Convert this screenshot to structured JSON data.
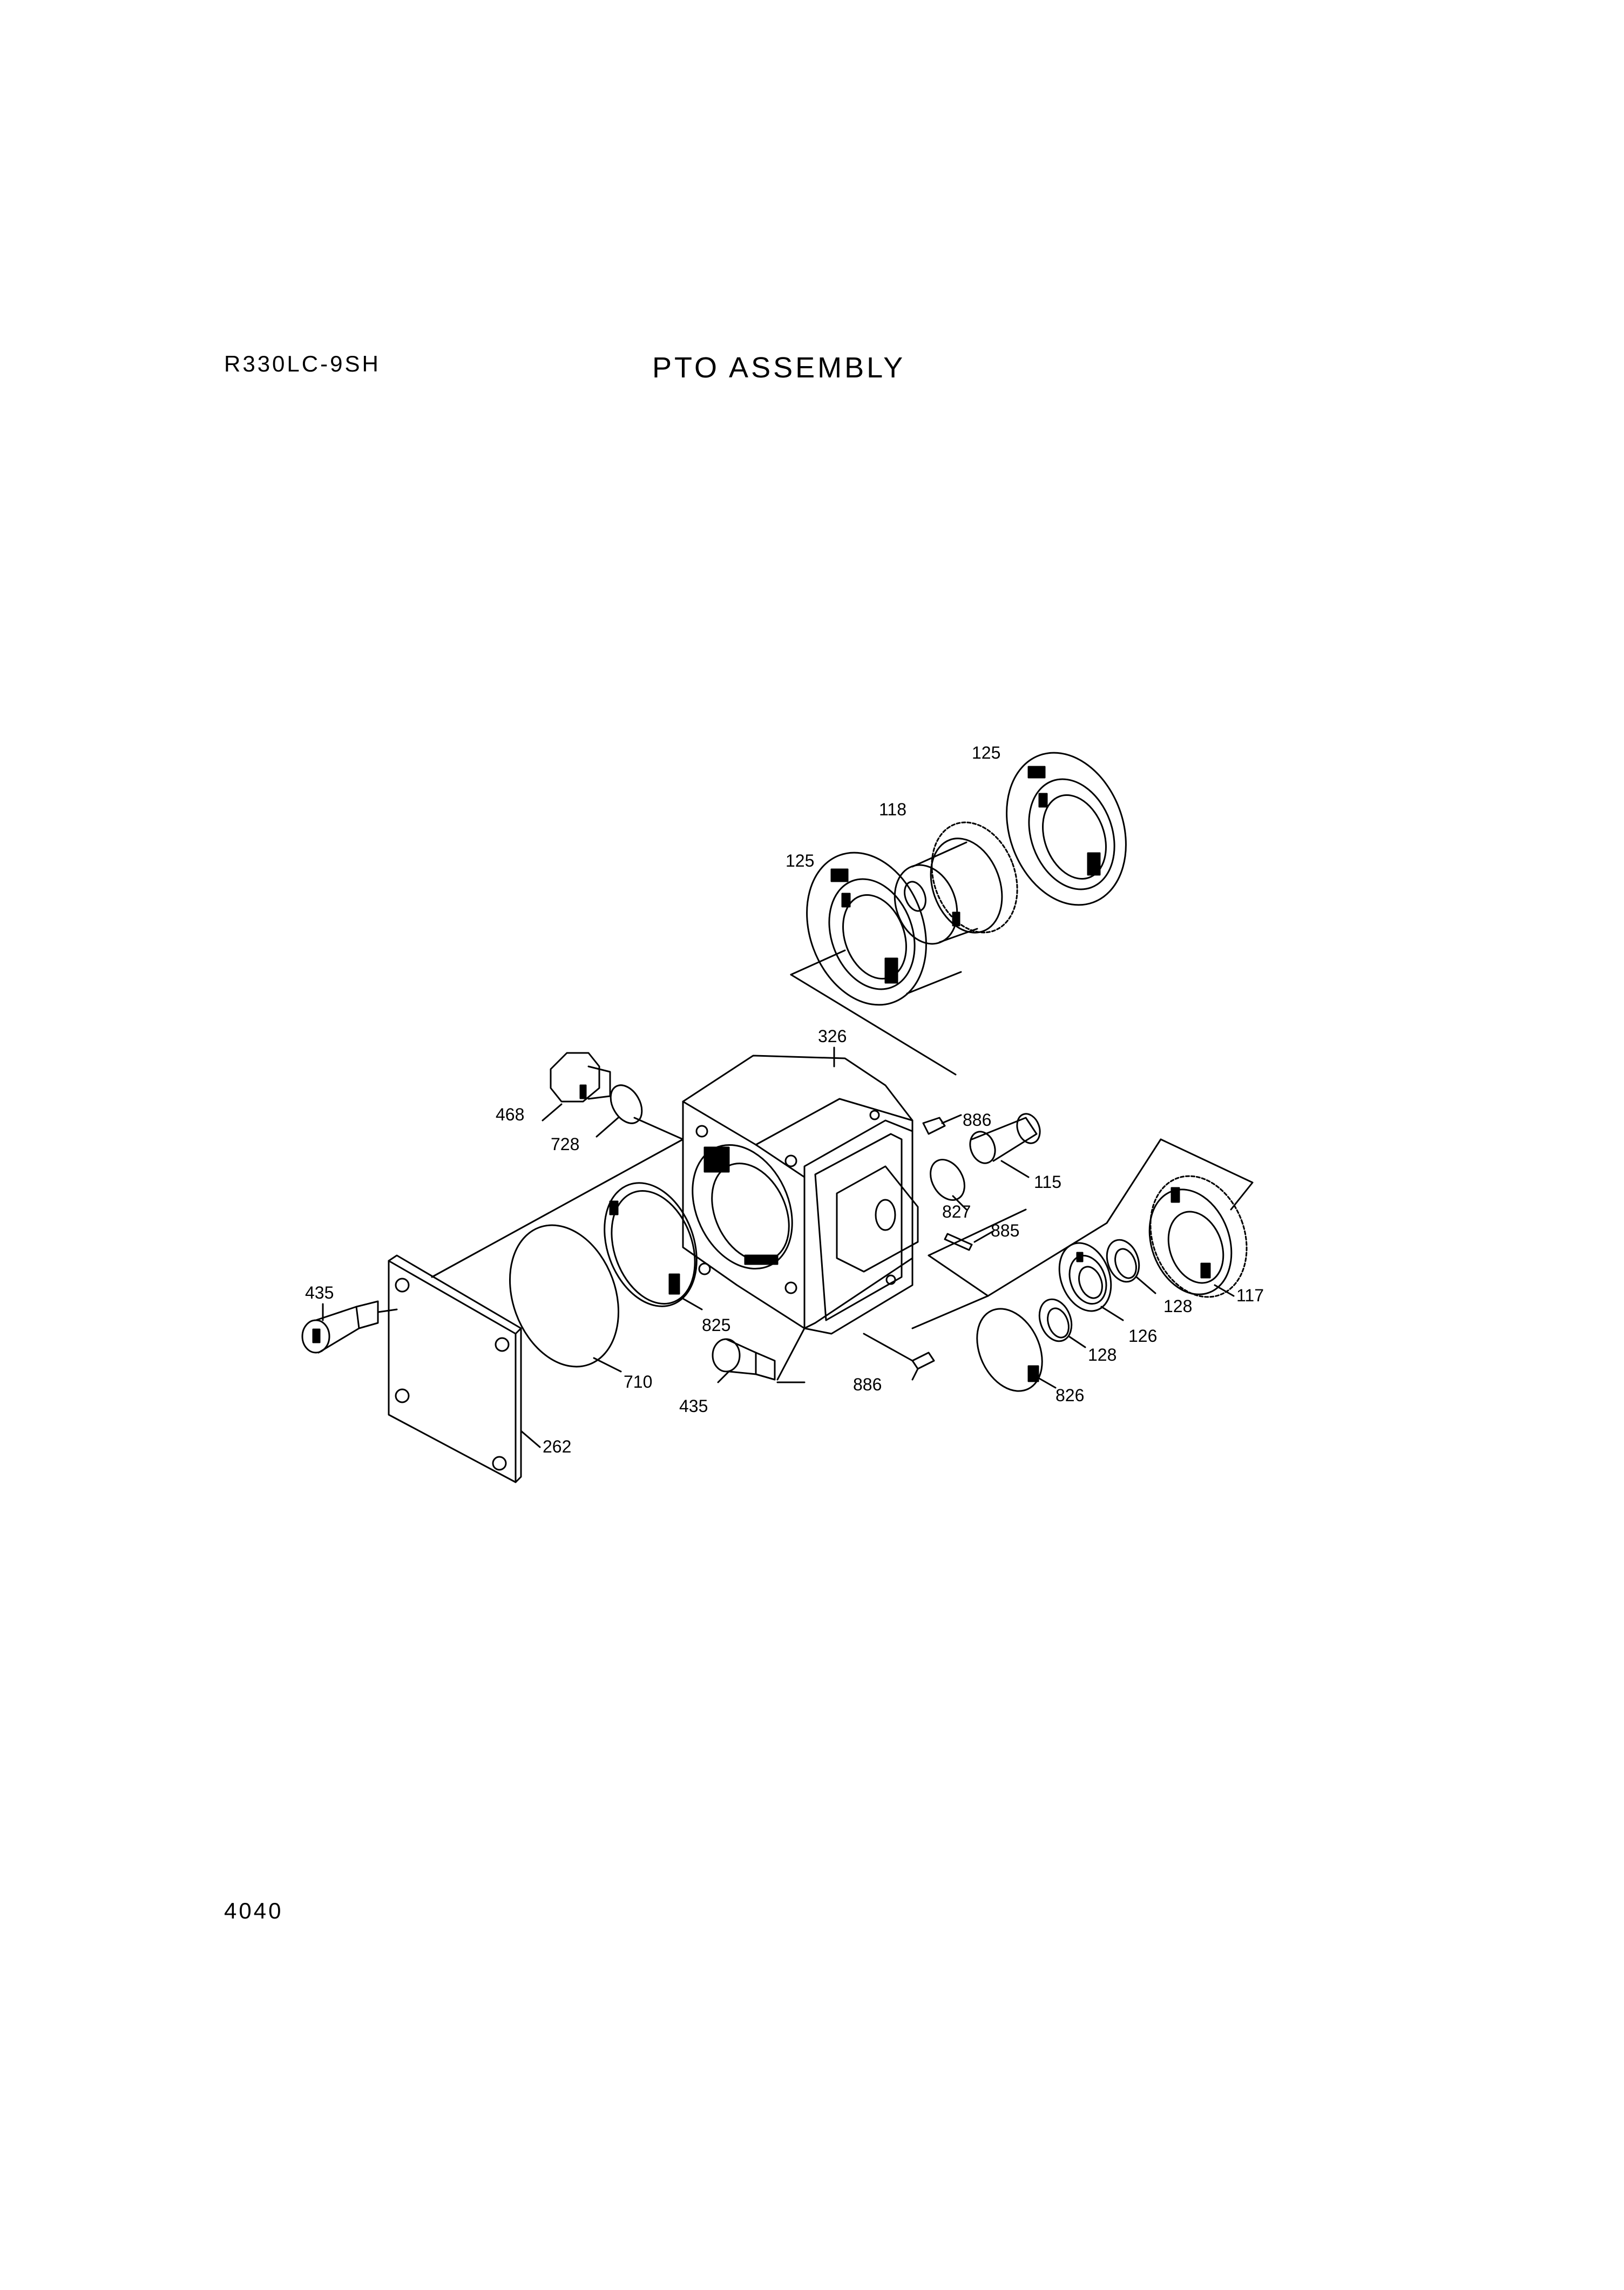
{
  "header": {
    "model": "R330LC-9SH",
    "title": "PTO ASSEMBLY"
  },
  "footer": {
    "page_number": "4040"
  },
  "callouts": [
    {
      "id": "c125a",
      "label": "125"
    },
    {
      "id": "c118",
      "label": "118"
    },
    {
      "id": "c125b",
      "label": "125"
    },
    {
      "id": "c326",
      "label": "326"
    },
    {
      "id": "c468",
      "label": "468"
    },
    {
      "id": "c728",
      "label": "728"
    },
    {
      "id": "c886a",
      "label": "886"
    },
    {
      "id": "c115",
      "label": "115"
    },
    {
      "id": "c827",
      "label": "827"
    },
    {
      "id": "c885",
      "label": "885"
    },
    {
      "id": "c117",
      "label": "117"
    },
    {
      "id": "c128a",
      "label": "128"
    },
    {
      "id": "c126",
      "label": "126"
    },
    {
      "id": "c128b",
      "label": "128"
    },
    {
      "id": "c826",
      "label": "826"
    },
    {
      "id": "c886b",
      "label": "886"
    },
    {
      "id": "c435a",
      "label": "435"
    },
    {
      "id": "c825",
      "label": "825"
    },
    {
      "id": "c435b",
      "label": "435"
    },
    {
      "id": "c710",
      "label": "710"
    },
    {
      "id": "c262",
      "label": "262"
    }
  ]
}
